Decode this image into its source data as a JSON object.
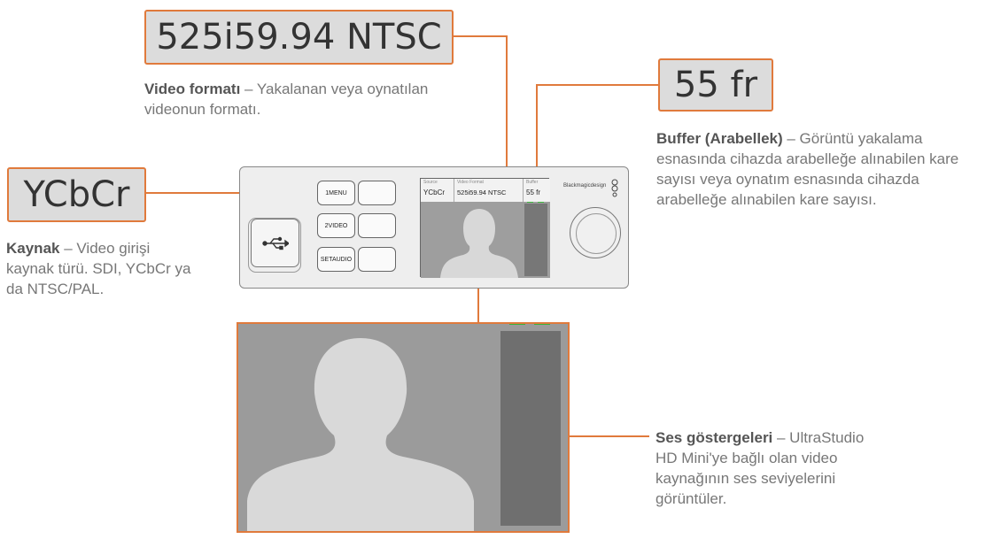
{
  "callouts": {
    "video_format": {
      "value": "525i59.94 NTSC",
      "title": "Video formatı",
      "text": " – Yakalanan veya oynatılan videonun formatı."
    },
    "buffer": {
      "value": "55 fr",
      "title": "Buffer (Arabellek)",
      "text": " – Görüntü yakalama esnasında cihazda arabelleğe alınabilen kare sayısı veya oynatım esnasında cihazda arabelleğe alınabilen kare sayısı."
    },
    "source": {
      "value": "YCbCr",
      "title": "Kaynak",
      "text": " – Video girişi kaynak türü. SDI, YCbCr ya da NTSC/PAL."
    },
    "audio": {
      "title": "Ses göstergeleri",
      "text": " – UltraStudio HD Mini'ye bağlı olan video kaynağının ses seviyelerini görüntüler."
    }
  },
  "device": {
    "buttons": [
      "1MENU",
      "2VIDEO",
      "SETAUDIO"
    ],
    "brand": "Blackmagicdesign",
    "screen": {
      "source_label": "Source",
      "source_value": "YCbCr",
      "format_label": "Video Format",
      "format_value": "525i59.94 NTSC",
      "buffer_label": "Buffer",
      "buffer_value": "55 fr"
    }
  },
  "colors": {
    "accent": "#e07a3c",
    "box_bg": "#dcdcdc",
    "meter_green": "#3bb33b",
    "meter_yellow": "#9a9a2a",
    "meter_red": "#a02020"
  },
  "icons": [
    "usb-icon",
    "person-silhouette-icon",
    "brand-logo-icon"
  ]
}
